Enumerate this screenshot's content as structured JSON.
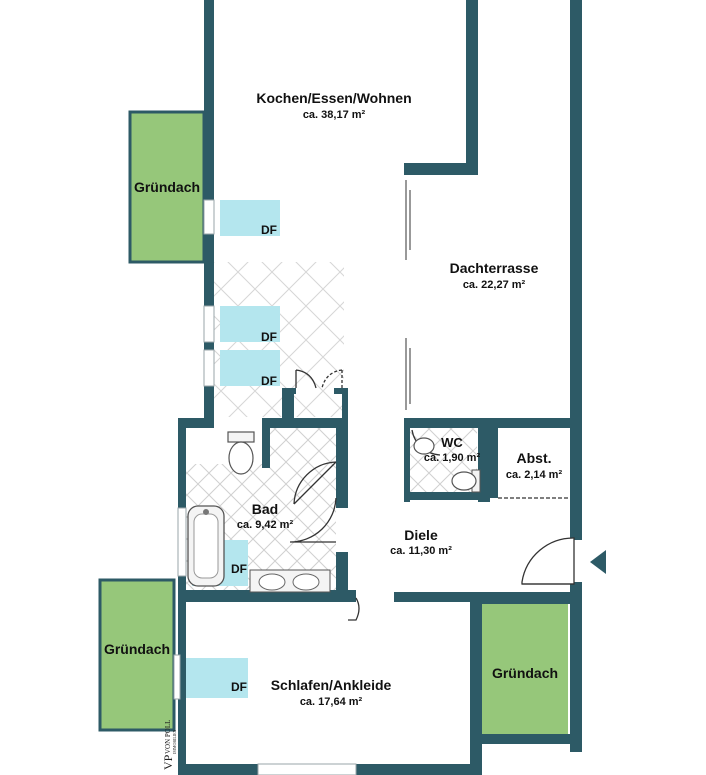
{
  "rooms": {
    "kochen": {
      "name": "Kochen/Essen/Wohnen",
      "area": "ca. 38,17 m²"
    },
    "dachterrasse": {
      "name": "Dachterrasse",
      "area": "ca. 22,27 m²"
    },
    "wc": {
      "name": "WC",
      "area": "ca. 1,90 m²"
    },
    "abst": {
      "name": "Abst.",
      "area": "ca. 2,14 m²"
    },
    "bad": {
      "name": "Bad",
      "area": "ca. 9,42 m²"
    },
    "diele": {
      "name": "Diele",
      "area": "ca. 11,30 m²"
    },
    "schlafen": {
      "name": "Schlafen/Ankleide",
      "area": "ca. 17,64 m²"
    }
  },
  "green_roofs": [
    "Gründach",
    "Gründach",
    "Gründach"
  ],
  "skylight_label": "DF",
  "logo": {
    "mark": "VP",
    "name": "VON POLL",
    "sub": "IMMOBILIEN"
  },
  "colors": {
    "wall": "#2d5a66",
    "green": "#96c77a",
    "skylight": "#b4e6ee",
    "tile_line": "#cfcfcf"
  }
}
